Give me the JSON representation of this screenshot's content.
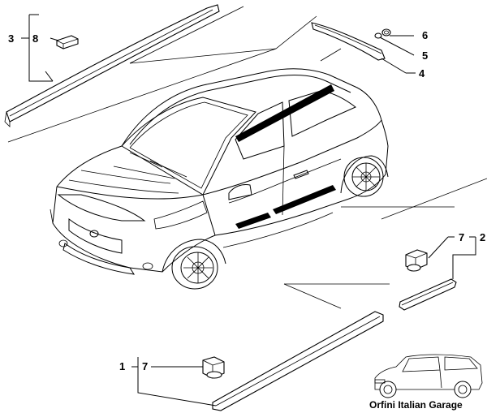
{
  "callouts": {
    "c1": "1",
    "c2": "2",
    "c3": "3",
    "c4": "4",
    "c5": "5",
    "c6": "6",
    "c7a": "7",
    "c7b": "7",
    "c8": "8"
  },
  "logo": {
    "text": "Orfini Italian Garage"
  },
  "colors": {
    "line": "#000000",
    "background": "#ffffff",
    "molding": "#000000"
  }
}
